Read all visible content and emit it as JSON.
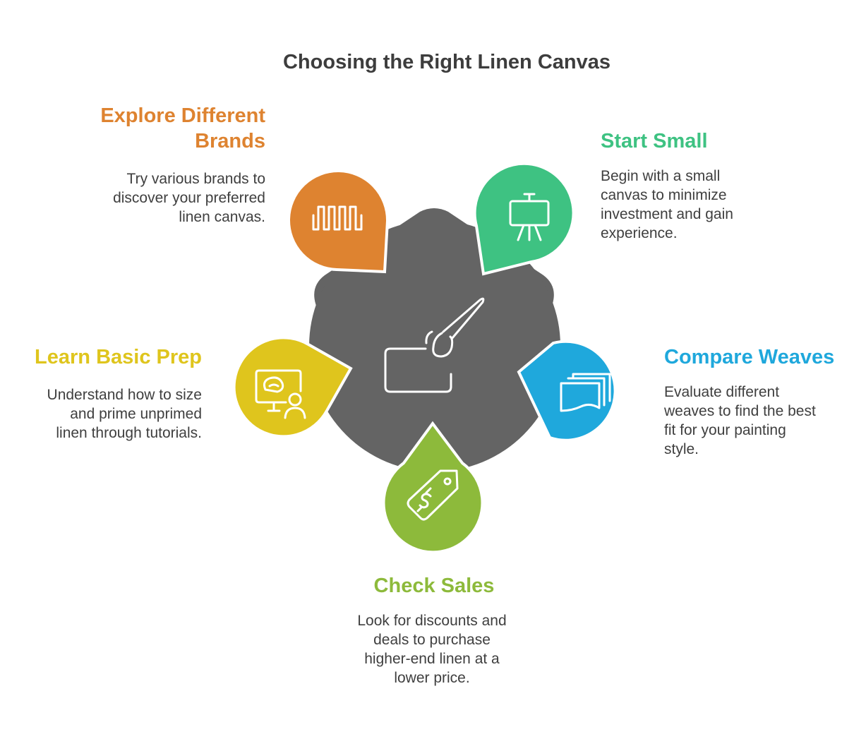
{
  "title": "Choosing the Right Linen Canvas",
  "colors": {
    "hub": "#646464",
    "explore": "#de8330",
    "start_small": "#3ec282",
    "compare": "#1fa8dc",
    "check_sales": "#8dba3b",
    "learn": "#dfc51d"
  },
  "hub_icon": "paintbrush-canvas-icon",
  "items": {
    "explore": {
      "heading": "Explore Different Brands",
      "heading_lines": [
        "Explore Different",
        "Brands"
      ],
      "description": "Try various brands to discover your preferred linen canvas.",
      "description_lines": [
        "Try various brands to",
        "discover your preferred",
        "linen canvas."
      ],
      "icon": "waveform-icon"
    },
    "start_small": {
      "heading": "Start Small",
      "description": "Begin with a small canvas to minimize investment and gain experience.",
      "description_lines": [
        "Begin with a small",
        "canvas to minimize",
        "investment and gain",
        "experience."
      ],
      "icon": "easel-icon"
    },
    "compare": {
      "heading": "Compare Weaves",
      "description": "Evaluate different weaves to find the best fit for your painting style.",
      "description_lines": [
        "Evaluate different",
        "weaves to find the best",
        "fit for your painting",
        "style."
      ],
      "icon": "fabric-layers-icon"
    },
    "check_sales": {
      "heading": "Check Sales",
      "description": "Look for discounts and deals to purchase higher-end linen at a lower price.",
      "description_lines": [
        "Look for discounts and",
        "deals to purchase",
        "higher-end linen at a",
        "lower price."
      ],
      "icon": "price-tag-icon"
    },
    "learn": {
      "heading": "Learn Basic Prep",
      "description": "Understand how to size and prime unprimed linen through tutorials.",
      "description_lines": [
        "Understand how to size",
        "and prime unprimed",
        "linen through tutorials."
      ],
      "icon": "tutorial-presenter-icon"
    }
  }
}
